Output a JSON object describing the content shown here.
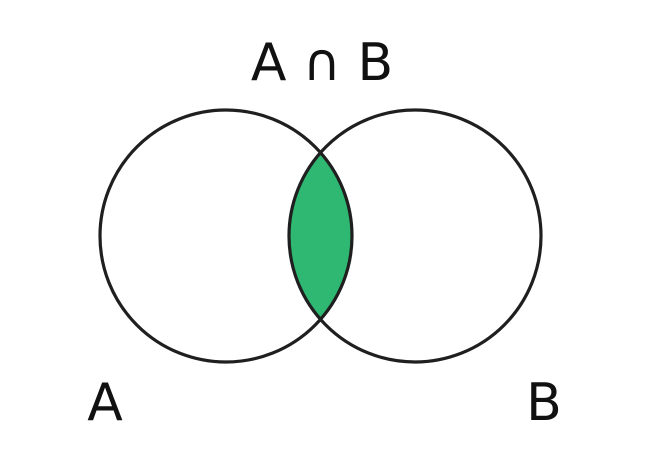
{
  "diagram": {
    "title": "A ∩ B",
    "set_a_label": "A",
    "set_b_label": "B",
    "colors": {
      "background": "#ffffff",
      "outline": "#1f1f1f",
      "intersection_fill": "#2eb872",
      "text": "#111111"
    }
  }
}
